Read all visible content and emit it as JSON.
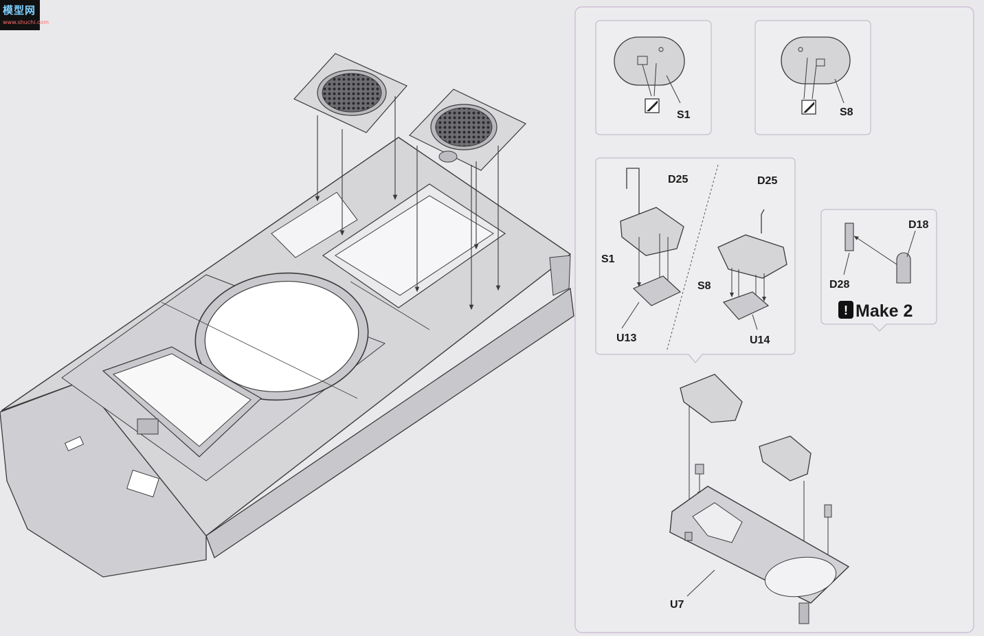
{
  "watermark": {
    "main": "模型网",
    "sub": "www.shuchi.com"
  },
  "labels": {
    "s1_a": "S1",
    "s8_a": "S8",
    "d25_left": "D25",
    "d25_right": "D25",
    "s1_b": "S1",
    "s8_b": "S8",
    "u13": "U13",
    "u14": "U14",
    "d18": "D18",
    "d28": "D28",
    "make2": "Make 2",
    "u7": "U7"
  },
  "colors": {
    "paper": "#e9e9eb",
    "part_fill": "#d5d5d8",
    "line": "#3a3a3a",
    "panel_border": "#c9b6d3"
  }
}
